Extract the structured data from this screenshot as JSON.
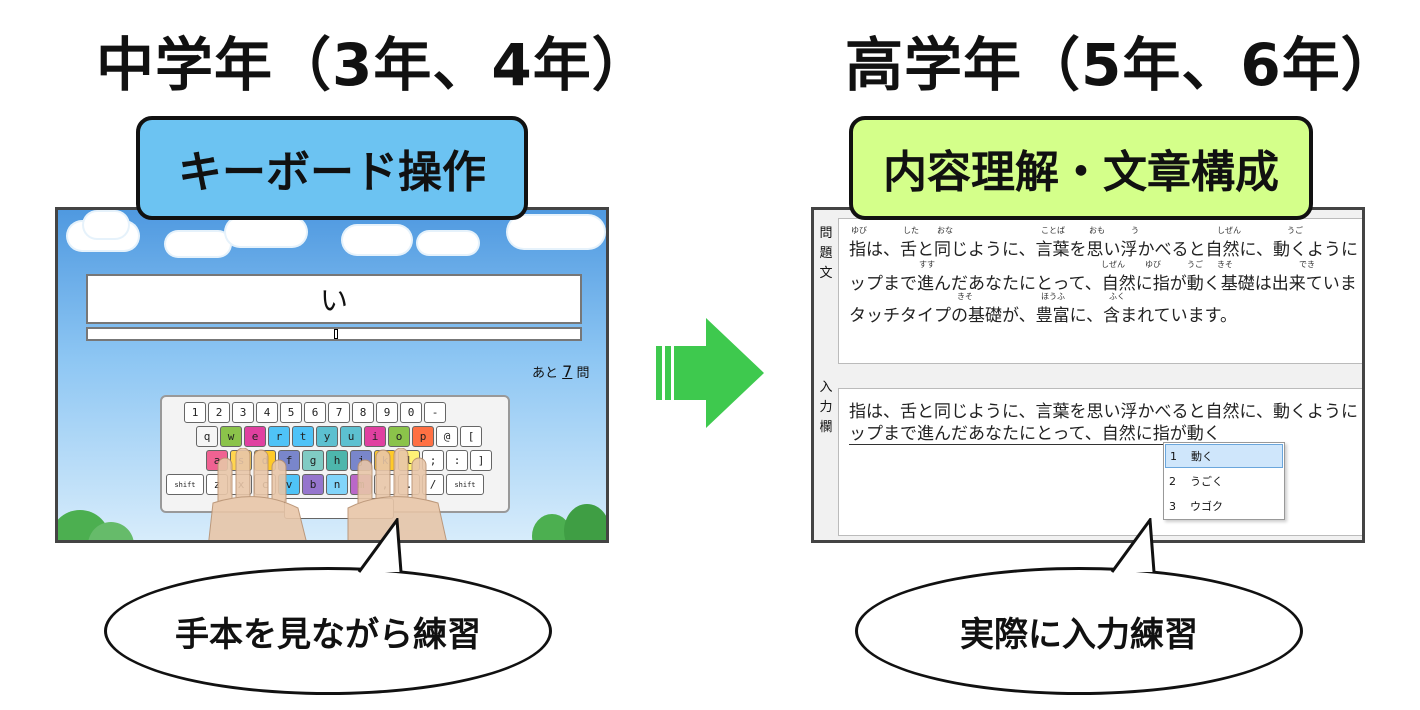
{
  "left": {
    "heading": "中学年（3年、4年）",
    "tag": "キーボード操作",
    "answer_char": "い",
    "remaining_prefix": "あと",
    "remaining_count": "7",
    "remaining_suffix": "問",
    "bubble": "手本を見ながら練習",
    "keyboard_rows": [
      [
        "1",
        "2",
        "3",
        "4",
        "5",
        "6",
        "7",
        "8",
        "9",
        "0",
        "-"
      ],
      [
        "q",
        "w",
        "e",
        "r",
        "t",
        "y",
        "u",
        "i",
        "o",
        "p",
        "@",
        "["
      ],
      [
        "a",
        "s",
        "d",
        "f",
        "g",
        "h",
        "j",
        "k",
        "l",
        ";",
        ":",
        "]"
      ],
      [
        "shift",
        "z",
        "x",
        "c",
        "v",
        "b",
        "n",
        "m",
        ",",
        ".",
        "/",
        "shift"
      ]
    ]
  },
  "right": {
    "heading": "高学年（5年、6年）",
    "tag": "内容理解・文章構成",
    "question_label": [
      "問",
      "題",
      "文"
    ],
    "input_label": [
      "入",
      "力",
      "欄"
    ],
    "question_lines": [
      "指は、舌と同じように、言葉を思い浮かべると自然に、動くように",
      "ップまで進んだあなたにとって、自然に指が動く基礎は出来ていま",
      "タッチタイプの基礎が、豊富に、含まれています。"
    ],
    "ruby": [
      "ゆび",
      "した",
      "おな",
      "ことば",
      "おも",
      "う",
      "しぜん",
      "うご",
      "すす",
      "しぜん",
      "ゆび",
      "うご",
      "きそ",
      "でき",
      "きそ",
      "ほうふ",
      "ふく"
    ],
    "input_lines": [
      "指は、舌と同じように、言葉を思い浮かべると自然に、動くように",
      "ップまで進んだあなたにとって、自然に指が動く"
    ],
    "candidates": [
      {
        "num": "1",
        "text": "動く"
      },
      {
        "num": "2",
        "text": "うごく"
      },
      {
        "num": "3",
        "text": "ウゴク"
      }
    ],
    "bubble": "実際に入力練習"
  },
  "colors": {
    "left_tag": "#6cc3f2",
    "right_tag": "#d4ff8a",
    "arrow": "#3ec94e"
  }
}
